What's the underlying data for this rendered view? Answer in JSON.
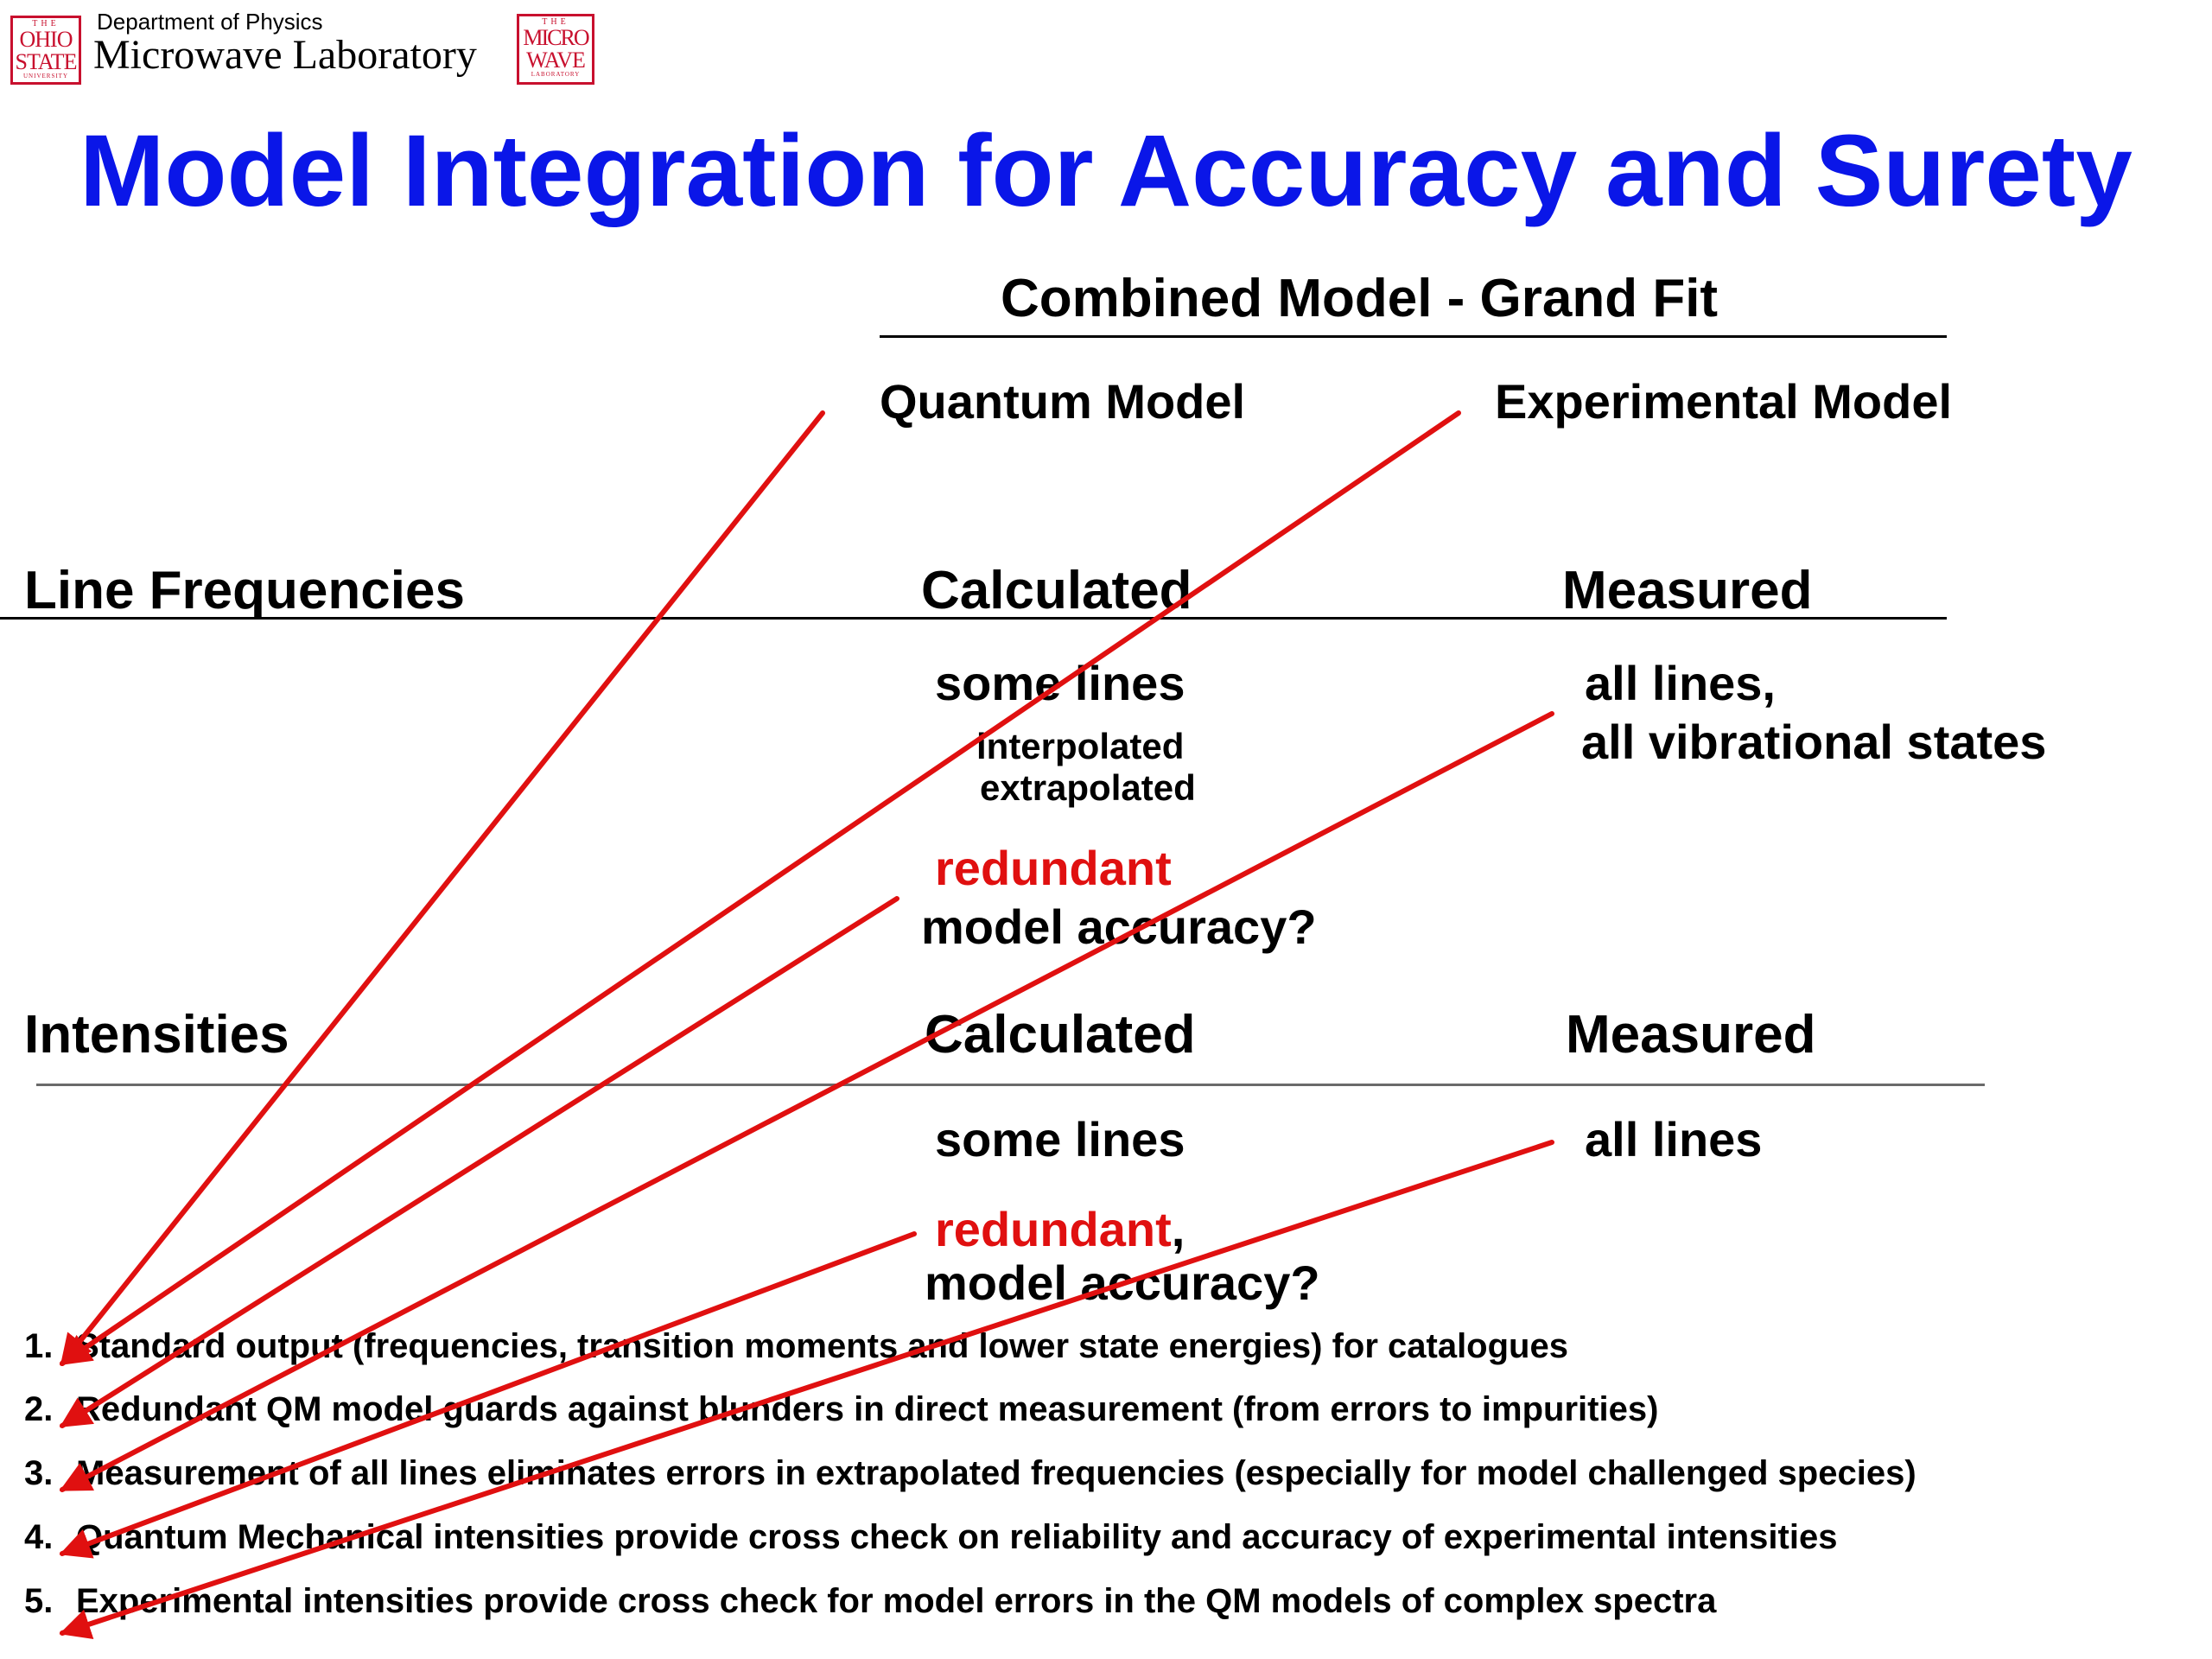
{
  "header": {
    "department": "Department of Physics",
    "lab": "Microwave Laboratory",
    "osu_logo": [
      "THE",
      "OHIO",
      "STATE",
      "UNIVERSITY"
    ],
    "mw_logo": [
      "THE",
      "MICRO",
      "WAVE",
      "LABORATORY"
    ]
  },
  "title": "Model Integration for Accuracy and Surety",
  "combined_heading": "Combined Model - Grand Fit",
  "columns": {
    "quantum": "Quantum Model",
    "experimental": "Experimental Model"
  },
  "line_frequencies": {
    "label": "Line Frequencies",
    "calculated": "Calculated",
    "measured": "Measured",
    "calc_some": "some lines",
    "calc_interp": "interpolated",
    "calc_extrap": "extrapolated",
    "meas_all_lines": "all lines,",
    "meas_all_vib": "all vibrational states",
    "redundant": "redundant",
    "model_accuracy": "model accuracy?"
  },
  "intensities": {
    "label": "Intensities",
    "calculated": "Calculated",
    "measured": "Measured",
    "calc_some": "some lines",
    "meas_all": "all lines",
    "redundant": "redundant",
    "comma": ",",
    "model_accuracy": "model accuracy?"
  },
  "list": [
    {
      "num": "1.",
      "text": "Standard output (frequencies, transition moments and lower state energies) for catalogues"
    },
    {
      "num": "2.",
      "text": "Redundant QM model guards against blunders in direct measurement (from errors to impurities)"
    },
    {
      "num": "3.",
      "text": "Measurement of all lines eliminates errors in extrapolated frequencies (especially for model challenged species)"
    },
    {
      "num": "4.",
      "text": "Quantum Mechanical intensities provide cross check on reliability and accuracy of experimental intensities"
    },
    {
      "num": "5.",
      "text": "Experimental intensities provide cross check for model errors in the QM models of complex spectra"
    }
  ],
  "colors": {
    "title": "#0a16e8",
    "accent_red": "#e01010",
    "logo_red": "#c8102e"
  }
}
